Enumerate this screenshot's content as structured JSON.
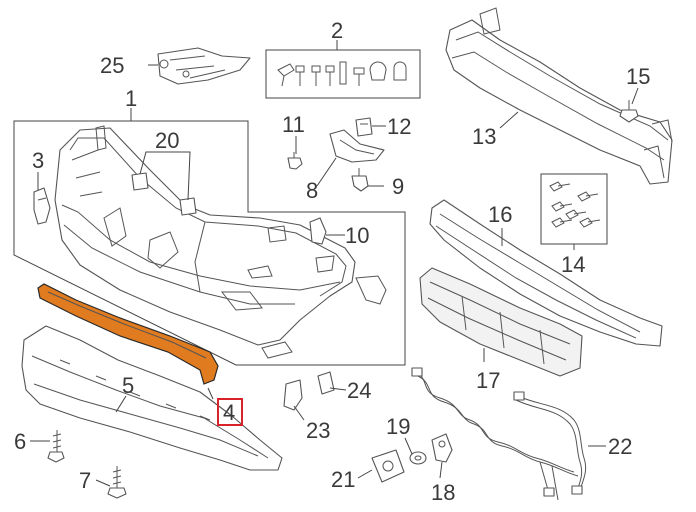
{
  "highlight": {
    "part_number": "4",
    "part_color": "#e07b1f",
    "box_color": "#d8232a"
  },
  "labels": {
    "p1": "1",
    "p2": "2",
    "p3": "3",
    "p4": "4",
    "p5": "5",
    "p6": "6",
    "p7": "7",
    "p8": "8",
    "p9": "9",
    "p10": "10",
    "p11": "11",
    "p12": "12",
    "p13": "13",
    "p14": "14",
    "p15": "15",
    "p16": "16",
    "p17": "17",
    "p18": "18",
    "p19": "19",
    "p20": "20",
    "p21": "21",
    "p22": "22",
    "p23": "23",
    "p24": "24",
    "p25": "25"
  }
}
